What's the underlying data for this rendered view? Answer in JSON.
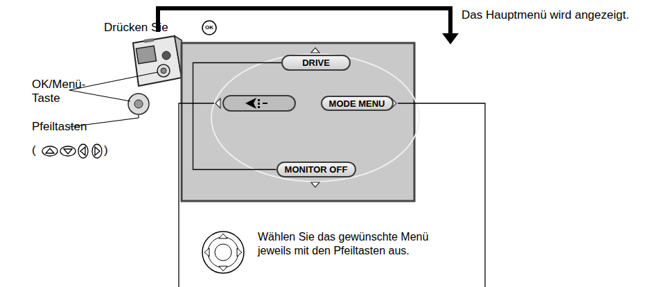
{
  "diagram": {
    "nodes": [
      {
        "text": [
          "DRIVE"
        ]
      },
      {
        "text": [
          "MODE MENU"
        ]
      },
      {
        "text": [
          "MONITOR OFF"
        ]
      }
    ],
    "edges": [
      {
        "from": 0,
        "to": 2,
        "arrow": "none"
      }
    ],
    "labels": [
      "Drücken Sie",
      "OK",
      "Das Hauptmenü wird angezeigt.",
      "OK/Menü-Taste",
      "Pfeiltasten",
      "(",
      ")",
      "Wählen Sie das gewünschte Menü jeweils mit den Pfeiltasten aus."
    ]
  }
}
